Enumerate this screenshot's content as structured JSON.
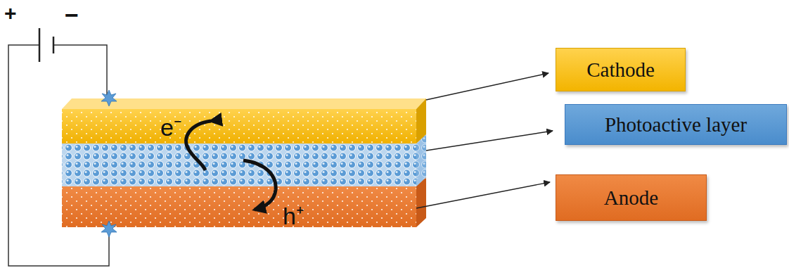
{
  "diagram": {
    "nodes": [
      {
        "text": [
          "Cathode"
        ]
      },
      {
        "text": [
          "Photoactive layer"
        ]
      },
      {
        "text": [
          "Anode"
        ]
      }
    ],
    "labels": [
      "+",
      "−",
      "e⁻",
      "h⁺"
    ]
  }
}
